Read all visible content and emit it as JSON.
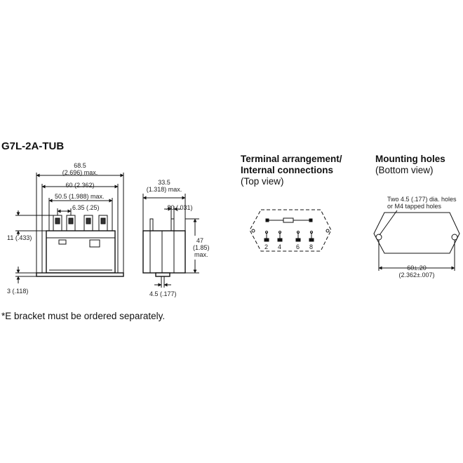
{
  "title": "G7L-2A-TUB",
  "front_view": {
    "width_overall": "68.5",
    "width_overall_in": "(2.696) max.",
    "mount_pitch": "60 (2.362)",
    "body_width": "50.5 (1.988) max.",
    "terminal_pitch": "6.35 (.25)",
    "terminal_height": "11 (.433)",
    "bracket_thickness": "3 (.118)"
  },
  "side_view": {
    "depth": "33.5",
    "depth_in": "(1.318) max.",
    "terminal_thickness": ".80 (.031)",
    "height": "47",
    "height_in": "(1.85)",
    "height_max": "max.",
    "hole_dia": "4.5 (.177)"
  },
  "terminal_arrangement": {
    "heading_line1": "Terminal arrangement/",
    "heading_line2": "Internal connections",
    "subheading": "(Top view)",
    "pins": [
      "2",
      "4",
      "6",
      "8"
    ]
  },
  "mounting_holes": {
    "heading": "Mounting holes",
    "subheading": "(Bottom view)",
    "callout_line1": "Two 4.5 (.177) dia. holes",
    "callout_line2": "or M4 tapped holes",
    "spacing": "60±.20",
    "spacing_in": "(2.362±.007)"
  },
  "footnote": "*E bracket must be ordered separately."
}
